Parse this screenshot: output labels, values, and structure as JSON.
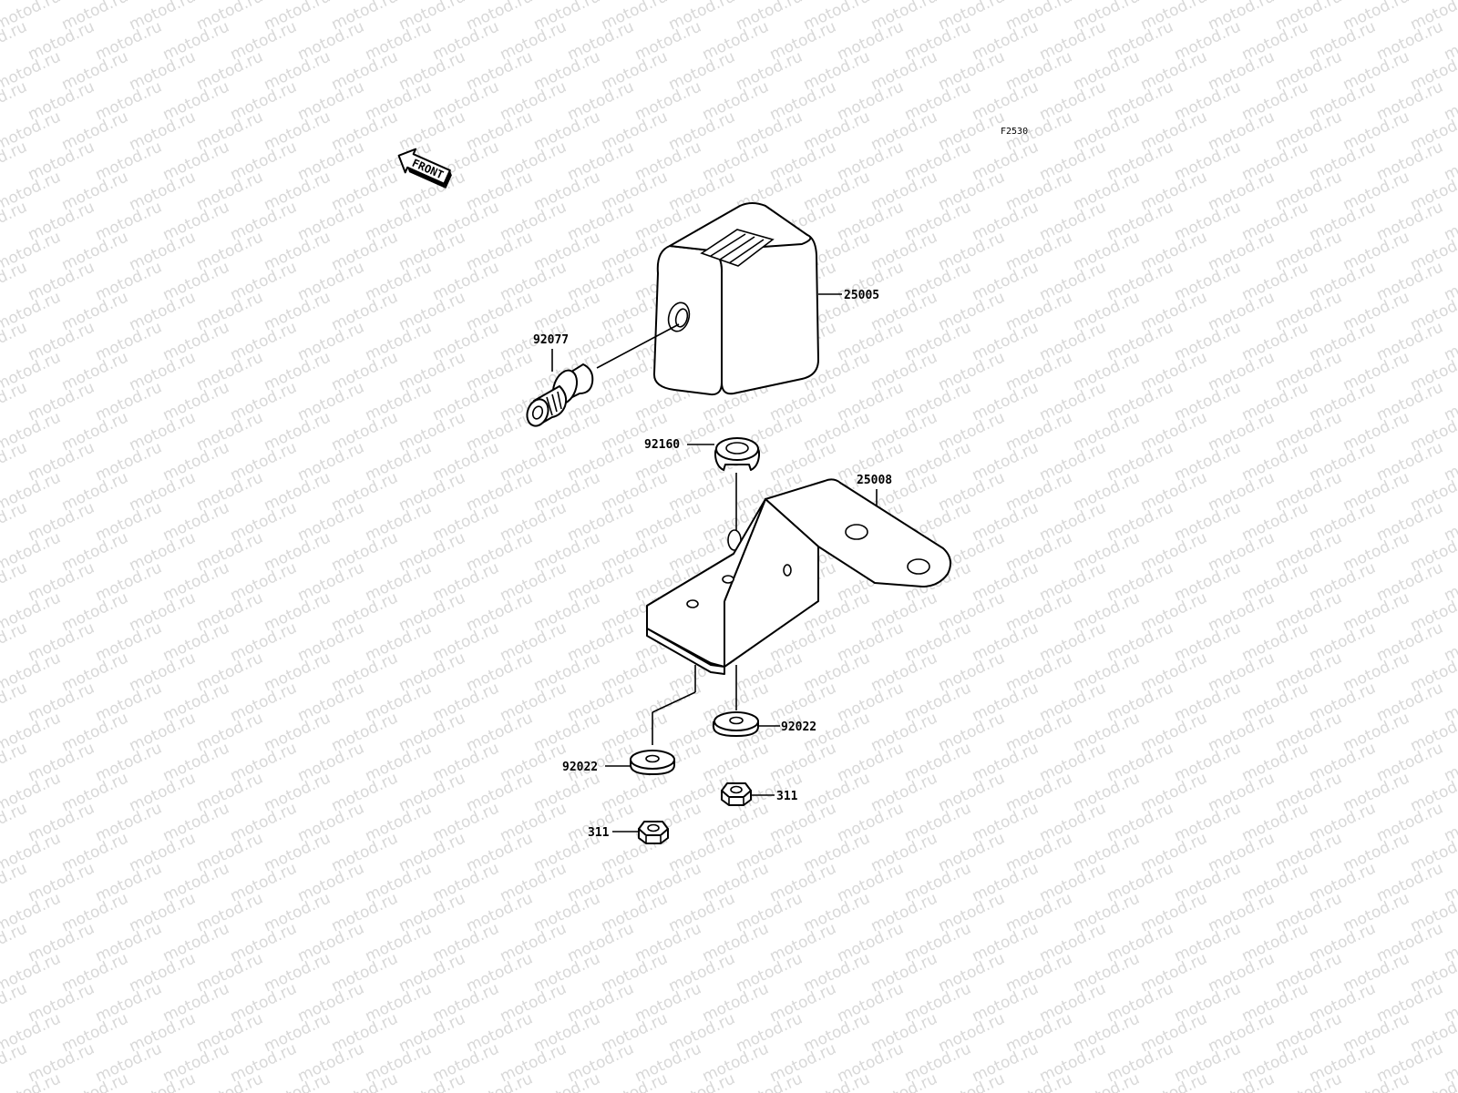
{
  "watermark": "motod.ru",
  "diagram_code": "F2530",
  "front_arrow": {
    "text": "FRONT"
  },
  "parts": [
    {
      "number": "25005"
    },
    {
      "number": "92077"
    },
    {
      "number": "92160"
    },
    {
      "number": "25008"
    },
    {
      "number": "92022"
    },
    {
      "number": "92022"
    },
    {
      "number": "311"
    },
    {
      "number": "311"
    }
  ]
}
